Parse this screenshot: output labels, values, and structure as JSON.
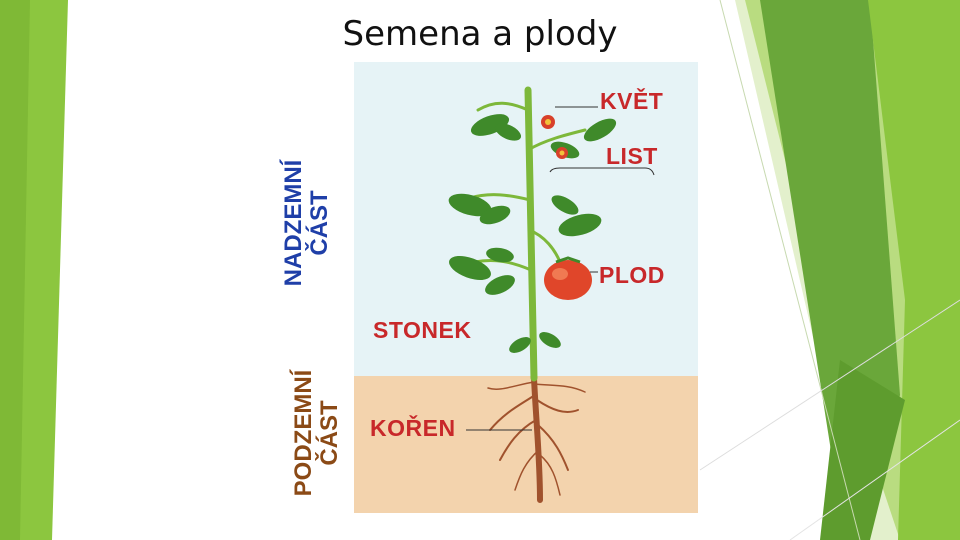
{
  "slide": {
    "title": "Semena a plody"
  },
  "diagram": {
    "above_ground_label": [
      "NADZEMNÍ",
      "ČÁST"
    ],
    "below_ground_label": [
      "PODZEMNÍ",
      "ČÁST"
    ],
    "parts": {
      "flower": "KVĚT",
      "leaf": "LIST",
      "fruit": "PLOD",
      "stem": "STONEK",
      "root": "KOŘEN"
    }
  },
  "colors": {
    "theme_green_light": "#8cc63f",
    "theme_green_dark": "#5e9c2e",
    "sky": "#e6f3f6",
    "soil": "#f3d3ad",
    "label_red": "#c8282a",
    "label_blue": "#1f3fa8",
    "label_brown": "#8b4a16",
    "stem_green": "#7db83a",
    "fruit_red": "#e0462a"
  }
}
